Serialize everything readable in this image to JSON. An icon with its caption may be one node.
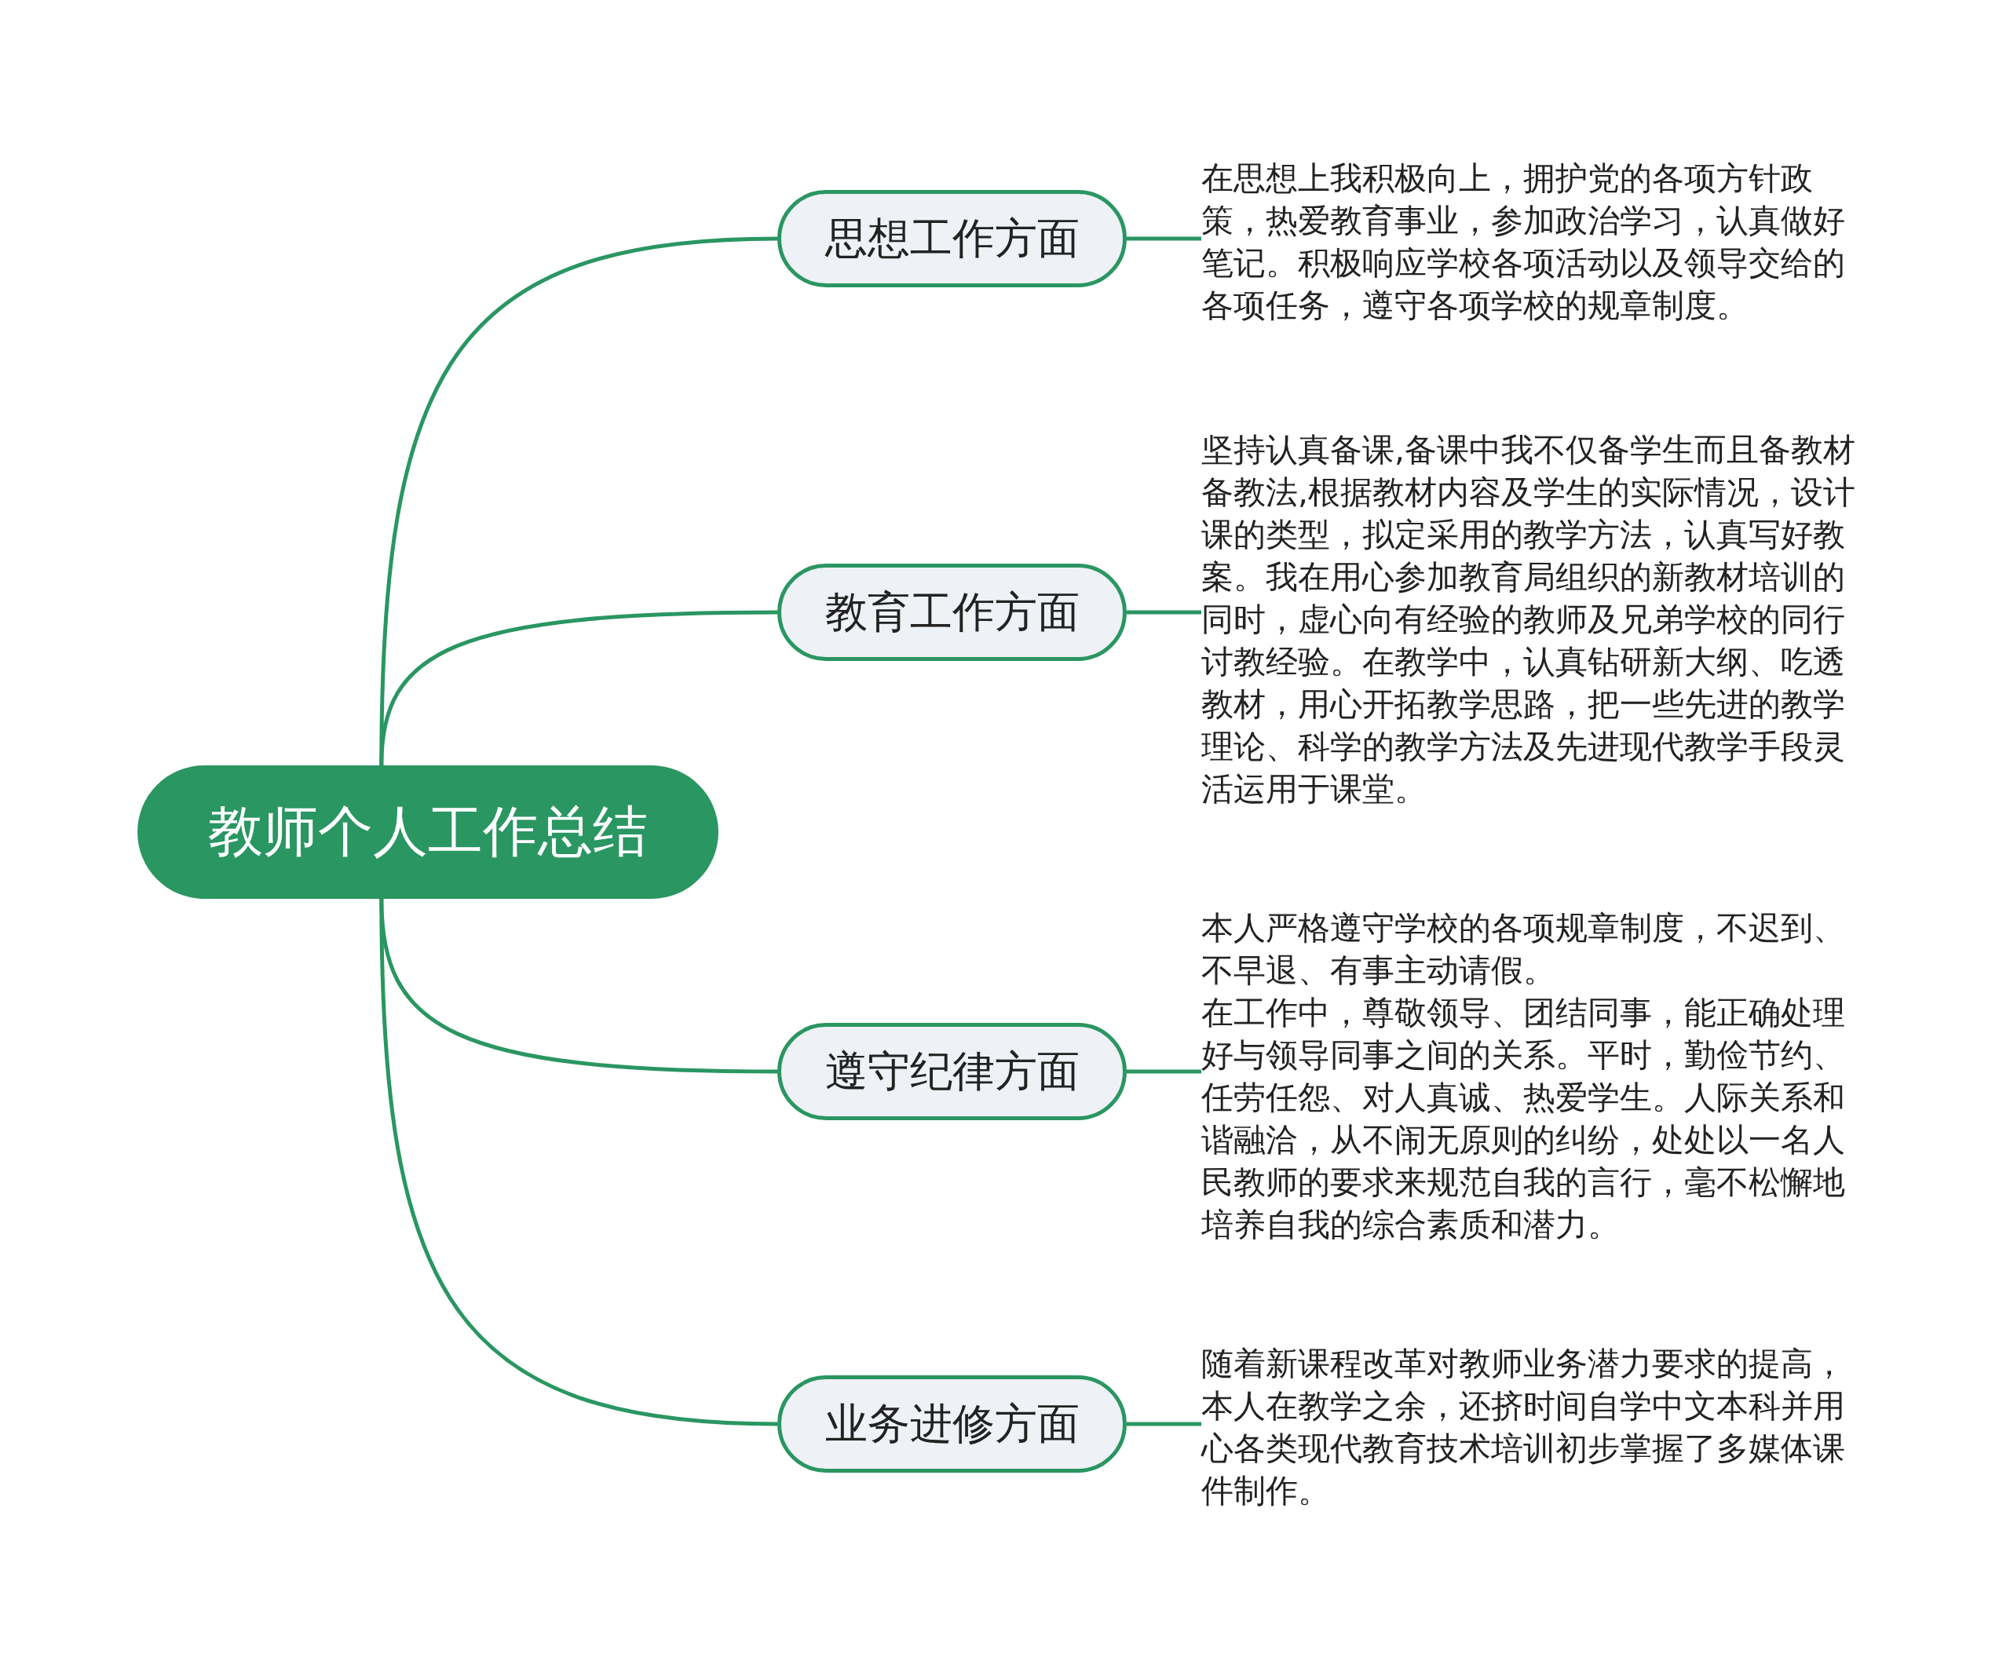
{
  "diagram": {
    "nodes": [
      {
        "text": [
          "教师个人工作总结"
        ]
      },
      {
        "text": [
          "思想工作方面"
        ]
      },
      {
        "text": [
          "教育工作方面"
        ]
      },
      {
        "text": [
          "遵守纪律方面"
        ]
      },
      {
        "text": [
          "业务进修方面"
        ]
      },
      {
        "text": [
          "在思想上我积极向上，拥护党的各项方针政策，热爱教育事业，参加政治学习，认真做好笔记。积极响应学校各项活动以及领导交给的各项任务，遵守各项学校的规章制度。"
        ]
      },
      {
        "text": [
          "坚持认真备课,备课中我不仅备学生而且备教材备教法,根据教材内容及学生的实际情况，设计课的类型，拟定采用的教学方法，认真写好教案。我在用心参加教育局组织的新教材培训的同时，虚心向有经验的教师及兄弟学校的同行讨教经验。在教学中，认真钻研新大纲、吃透教材，用心开拓教学思路，把一些先进的教学理论、科学的教学方法及先进现代教学手段灵活运用于课堂。"
        ]
      },
      {
        "text": [
          "本人严格遵守学校的各项规章制度，不迟到、不早退、有事主动请假。",
          "在工作中，尊敬领导、团结同事，能正确处理好与领导同事之间的关系。平时，勤俭节约、任劳任怨、对人真诚、热爱学生。人际关系和谐融洽，从不闹无原则的纠纷，处处以一名人民教师的要求来规范自我的言行，毫不松懈地培养自我的综合素质和潜力。"
        ]
      },
      {
        "text": [
          "随着新课程改革对教师业务潜力要求的提高，本人在教学之余，还挤时间自学中文本科并用心各类现代教育技术培训初步掌握了多媒体课件制作。"
        ]
      }
    ],
    "edges": [
      {
        "from": 0,
        "to": 1,
        "arrow": "none"
      },
      {
        "from": 0,
        "to": 2,
        "arrow": "none"
      },
      {
        "from": 0,
        "to": 3,
        "arrow": "none"
      },
      {
        "from": 0,
        "to": 4,
        "arrow": "none"
      },
      {
        "from": 1,
        "to": 5,
        "arrow": "none"
      },
      {
        "from": 2,
        "to": 6,
        "arrow": "none"
      },
      {
        "from": 3,
        "to": 7,
        "arrow": "none"
      },
      {
        "from": 4,
        "to": 8,
        "arrow": "none"
      }
    ]
  }
}
